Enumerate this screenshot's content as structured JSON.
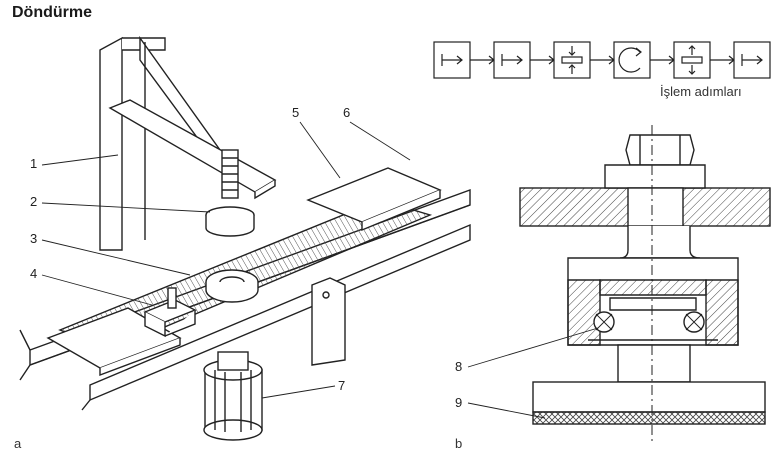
{
  "title": "Döndürme",
  "steps_label": "İşlem adımları",
  "panel_labels": {
    "a": "a",
    "b": "b"
  },
  "callouts": [
    "1",
    "2",
    "3",
    "4",
    "5",
    "6",
    "7",
    "8",
    "9"
  ],
  "process_steps": [
    {
      "icon": "feed-arrow-icon"
    },
    {
      "icon": "feed-arrow-icon"
    },
    {
      "icon": "clamp-icon"
    },
    {
      "icon": "rotate-icon"
    },
    {
      "icon": "unclamp-icon"
    },
    {
      "icon": "feed-arrow-icon"
    }
  ]
}
